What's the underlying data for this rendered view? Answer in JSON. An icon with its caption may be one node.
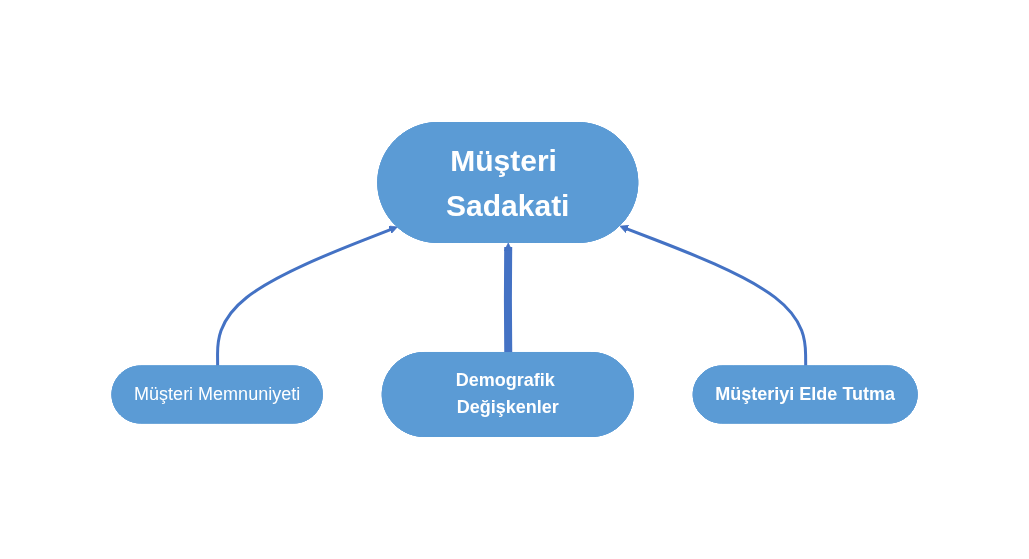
{
  "diagram": {
    "nodes": [
      {
        "text": [
          "Müşteri Sadakati"
        ]
      },
      {
        "text": [
          "Müşteri Memnuniyeti"
        ]
      },
      {
        "text": [
          "Demografik Değişkenler"
        ]
      },
      {
        "text": [
          "Müşteriyi Elde Tutma"
        ]
      }
    ],
    "edges": [
      {
        "from": 1,
        "to": 0,
        "arrow": "to"
      },
      {
        "from": 2,
        "to": 0,
        "arrow": "to",
        "style": "thick"
      },
      {
        "from": 3,
        "to": 0,
        "arrow": "to"
      }
    ]
  }
}
